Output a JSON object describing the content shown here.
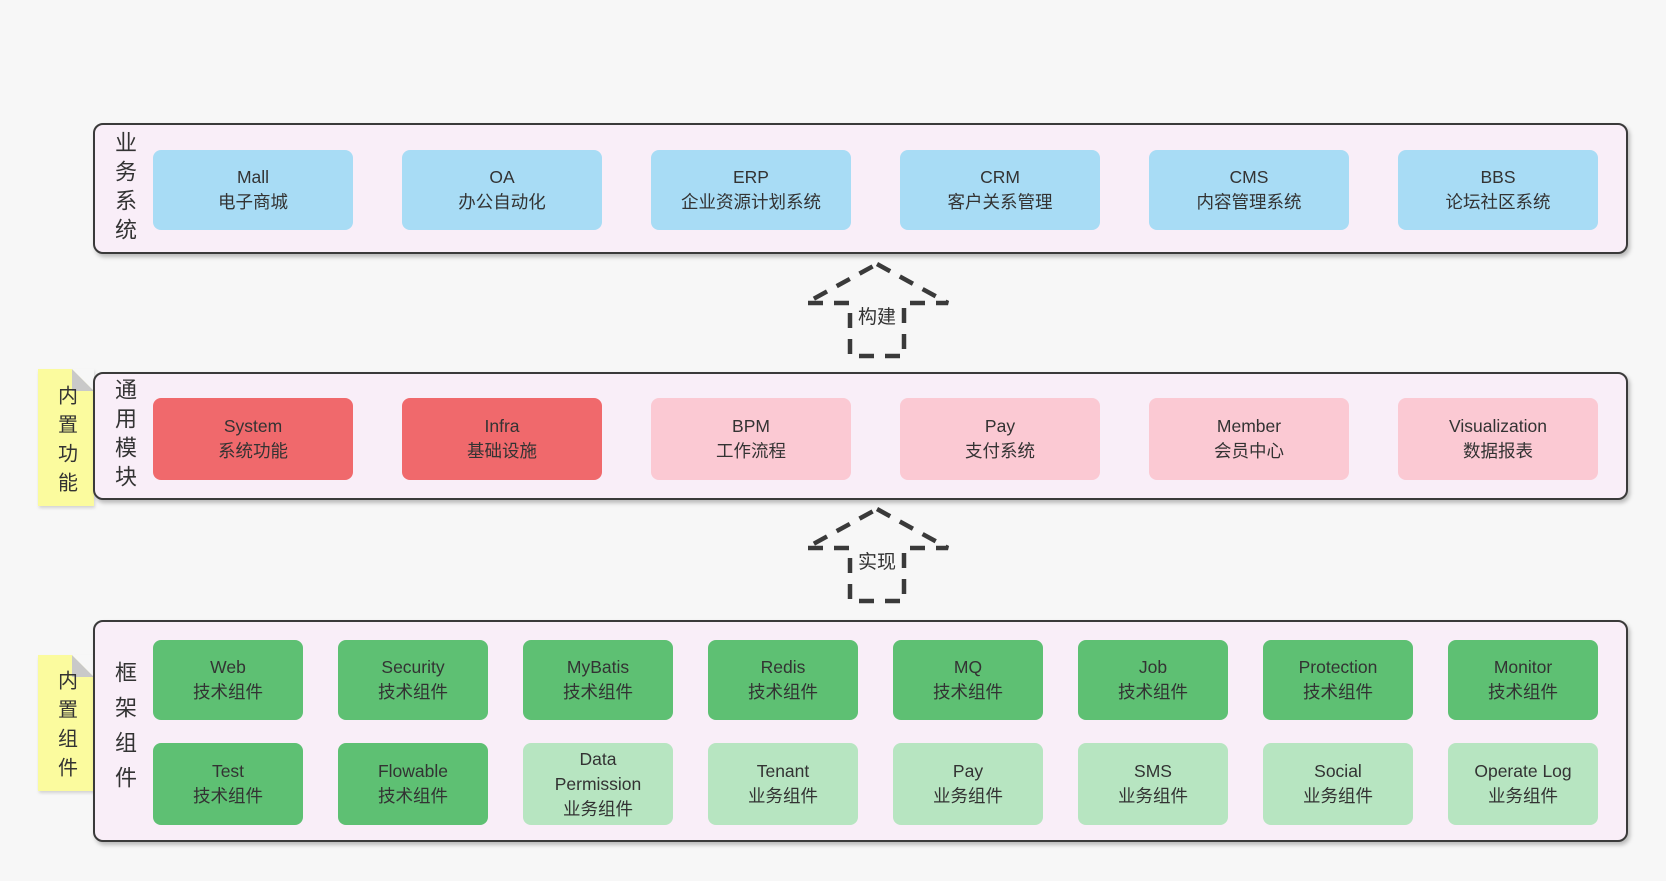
{
  "colors": {
    "background": "#f7f7f7",
    "panel_pink": "#f9eef8",
    "panel_border": "#3a3a3a",
    "box_blue": "#a8dcf5",
    "box_red": "#f0696c",
    "box_pink": "#fbc9d3",
    "box_green": "#5ec073",
    "box_light_green": "#b7e5c1",
    "sticky_yellow": "#fbfb9e",
    "sticky_fold_gray": "#c9c9c9",
    "text": "#333333"
  },
  "arrows": {
    "build": {
      "label": "构建"
    },
    "implement": {
      "label": "实现"
    }
  },
  "layers": {
    "business": {
      "label": "业务系统",
      "boxes": [
        {
          "en": "Mall",
          "zh": "电子商城"
        },
        {
          "en": "OA",
          "zh": "办公自动化"
        },
        {
          "en": "ERP",
          "zh": "企业资源计划系统"
        },
        {
          "en": "CRM",
          "zh": "客户关系管理"
        },
        {
          "en": "CMS",
          "zh": "内容管理系统"
        },
        {
          "en": "BBS",
          "zh": "论坛社区系统"
        }
      ]
    },
    "modules": {
      "label": "通用模块",
      "sticky": "内置功能",
      "boxes": [
        {
          "en": "System",
          "zh": "系统功能"
        },
        {
          "en": "Infra",
          "zh": "基础设施"
        },
        {
          "en": "BPM",
          "zh": "工作流程"
        },
        {
          "en": "Pay",
          "zh": "支付系统"
        },
        {
          "en": "Member",
          "zh": "会员中心"
        },
        {
          "en": "Visualization",
          "zh": "数据报表"
        }
      ]
    },
    "components": {
      "label": "框架组件",
      "sticky": "内置组件",
      "row1": [
        {
          "en": "Web",
          "zh": "技术组件"
        },
        {
          "en": "Security",
          "zh": "技术组件"
        },
        {
          "en": "MyBatis",
          "zh": "技术组件"
        },
        {
          "en": "Redis",
          "zh": "技术组件"
        },
        {
          "en": "MQ",
          "zh": "技术组件"
        },
        {
          "en": "Job",
          "zh": "技术组件"
        },
        {
          "en": "Protection",
          "zh": "技术组件"
        },
        {
          "en": "Monitor",
          "zh": "技术组件"
        }
      ],
      "row2": [
        {
          "en": "Test",
          "zh": "技术组件"
        },
        {
          "en": "Flowable",
          "zh": "技术组件"
        },
        {
          "en": "Data Permission",
          "zh": "业务组件"
        },
        {
          "en": "Tenant",
          "zh": "业务组件"
        },
        {
          "en": "Pay",
          "zh": "业务组件"
        },
        {
          "en": "SMS",
          "zh": "业务组件"
        },
        {
          "en": "Social",
          "zh": "业务组件"
        },
        {
          "en": "Operate Log",
          "zh": "业务组件"
        }
      ]
    }
  }
}
